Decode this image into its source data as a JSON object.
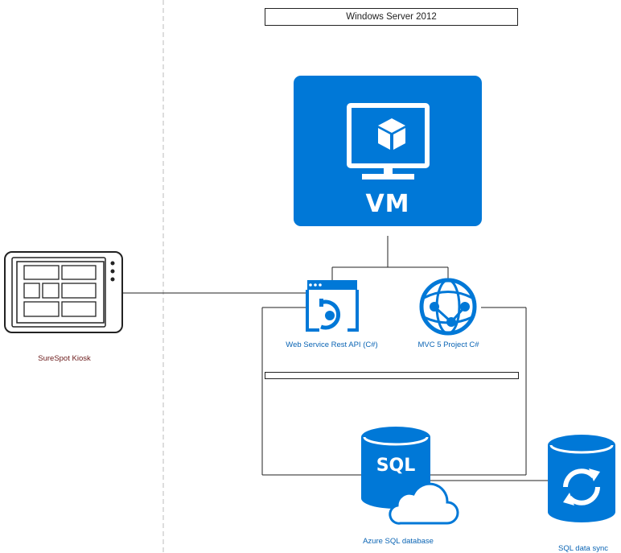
{
  "diagram": {
    "title": "Windows Server 2012",
    "vm_label": "VM",
    "kiosk_label": "SureSpot Kiosk",
    "web_api_label": "Web Service Rest API (C#)",
    "mvc_label": "MVC 5 Project C#",
    "sql_badge": "SQL",
    "azure_sql_label": "Azure SQL database",
    "sql_sync_label": "SQL data sync"
  },
  "colors": {
    "azure_blue": "#0078d7",
    "kiosk_label": "#6b1a1a",
    "service_label": "#0a64b4",
    "line": "#222222",
    "divider": "#bbbbbb"
  },
  "icons": {
    "vm": "monitor-cube-icon",
    "kiosk": "kiosk-tablet-icon",
    "web_api": "web-service-icon",
    "mvc": "web-app-globe-icon",
    "sql": "database-cloud-icon",
    "sync": "database-sync-icon"
  }
}
